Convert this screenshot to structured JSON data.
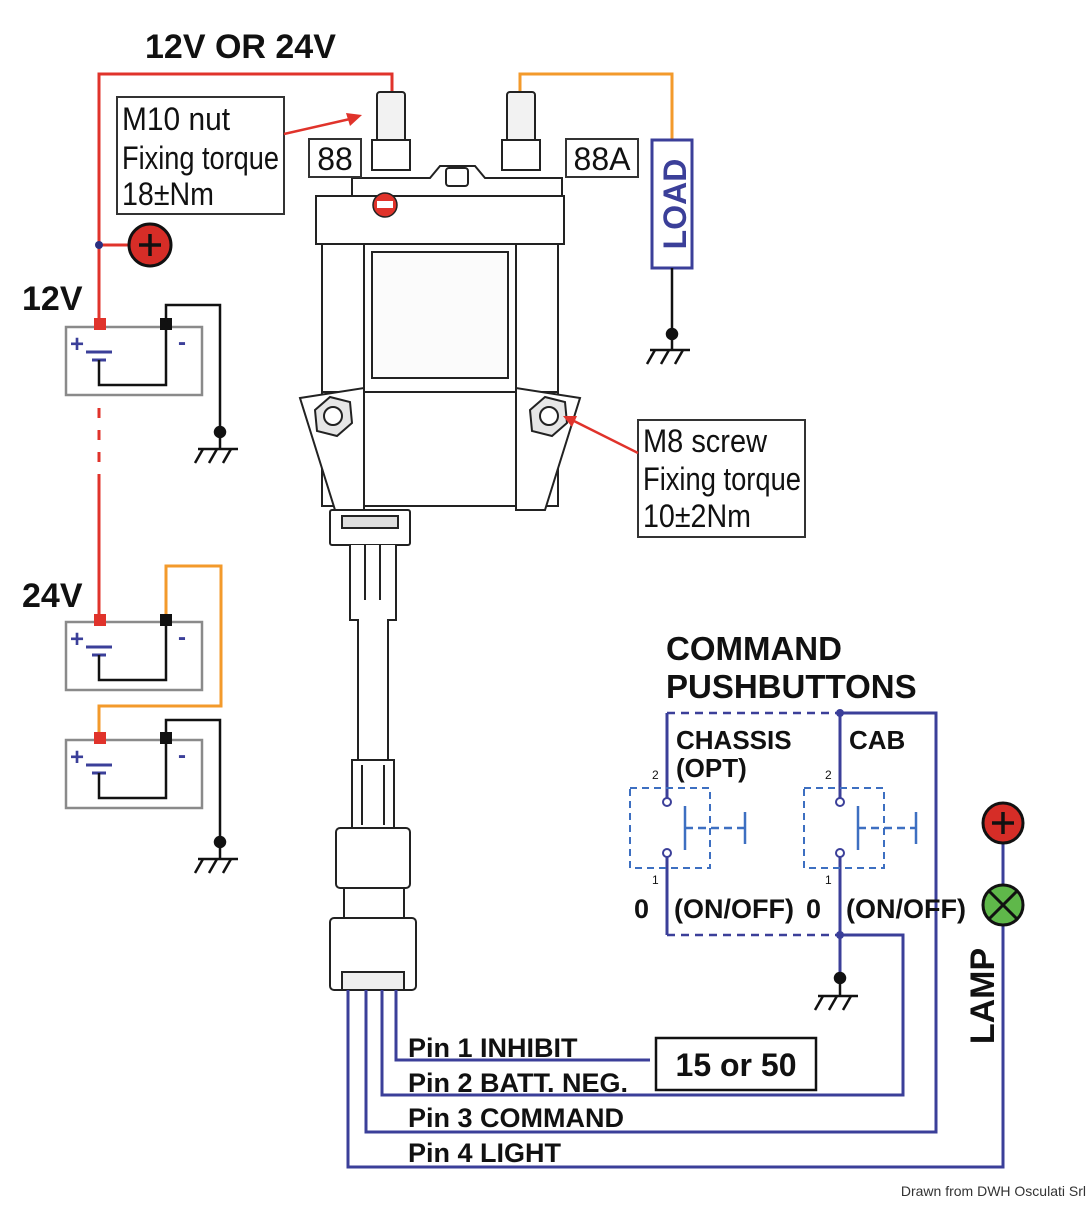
{
  "supply_label": "12V OR 24V",
  "labels": {
    "v12": "12V",
    "v24": "24V",
    "terminal_88": "88",
    "terminal_88a": "88A",
    "load": "LOAD",
    "lamp": "LAMP",
    "plus": "+",
    "minus": "-"
  },
  "callouts": {
    "m10": [
      "M10 nut",
      "Fixing torque",
      "18±Nm"
    ],
    "m8": [
      "M8 screw",
      "Fixing torque",
      "10±2Nm"
    ]
  },
  "command": {
    "title_line1": "COMMAND",
    "title_line2": "PUSHBUTTONS",
    "chassis_line1": "CHASSIS",
    "chassis_line2": "(OPT)",
    "cab": "CAB",
    "pin_top": "2",
    "pin_bottom": "1",
    "zero": "0",
    "on_off": "(ON/OFF)"
  },
  "pins": [
    "Pin 1 INHIBIT",
    "Pin 2 BATT. NEG.",
    "Pin 3 COMMAND",
    "Pin 4 LIGHT"
  ],
  "ignition_box": "15 or 50",
  "credit": "Drawn from DWH Osculati Srl",
  "colors": {
    "positive_wire": "#e0332b",
    "series_wire": "#f39a2b",
    "signal_wire": "#3b3f99",
    "ground_wire": "#111111",
    "lamp_green": "#5fb84a",
    "plus_red": "#d62d27",
    "switch_blue": "#3d6fc1"
  },
  "icons": [
    "battery-icon",
    "ground-icon",
    "plus-terminal-icon",
    "lamp-icon",
    "pushbutton-icon",
    "relay-switch-icon",
    "connector-icon"
  ]
}
